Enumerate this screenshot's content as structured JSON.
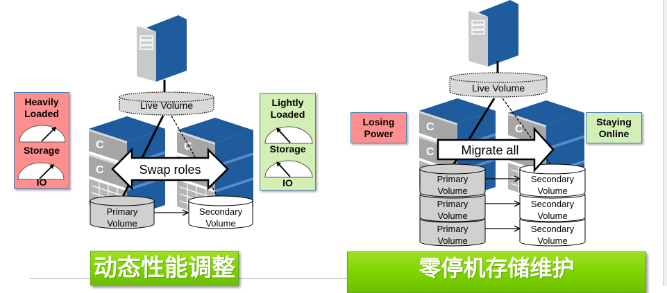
{
  "colors": {
    "server_blue": "#1f5c9e",
    "server_gray": "#c7c7c7",
    "storage_gray": "#a6a6a6",
    "alert_red": "#ff8f8f",
    "ok_green": "#d3efb5",
    "banner_green": "#7ed400",
    "box_border": "#4a7ebb"
  },
  "left_scenario": {
    "live_volume_label": "Live Volume",
    "action_label": "Swap roles",
    "primary_volume": [
      "Primary",
      "Volume"
    ],
    "secondary_volume": [
      "Secondary",
      "Volume"
    ],
    "source_status": {
      "title_line1": "Heavily",
      "title_line2": "Loaded",
      "gauge1_label": "Storage",
      "gauge2_label": "IO",
      "gauge_level": "high"
    },
    "target_status": {
      "title_line1": "Lightly",
      "title_line2": "Loaded",
      "gauge1_label": "Storage",
      "gauge2_label": "IO",
      "gauge_level": "low"
    },
    "banner": "动态性能调整"
  },
  "right_scenario": {
    "live_volume_label": "Live Volume",
    "action_label": "Migrate all",
    "primary_volumes": [
      [
        "Primary",
        "Volume"
      ],
      [
        "Primary",
        "Volume"
      ],
      [
        "Primary",
        "Volume"
      ]
    ],
    "secondary_volumes": [
      [
        "Secondary",
        "Volume"
      ],
      [
        "Secondary",
        "Volume"
      ],
      [
        "Secondary",
        "Volume"
      ]
    ],
    "source_status": {
      "line1": "Losing",
      "line2": "Power"
    },
    "target_status": {
      "line1": "Staying",
      "line2": "Online"
    },
    "banner": "零停机存储维护"
  }
}
